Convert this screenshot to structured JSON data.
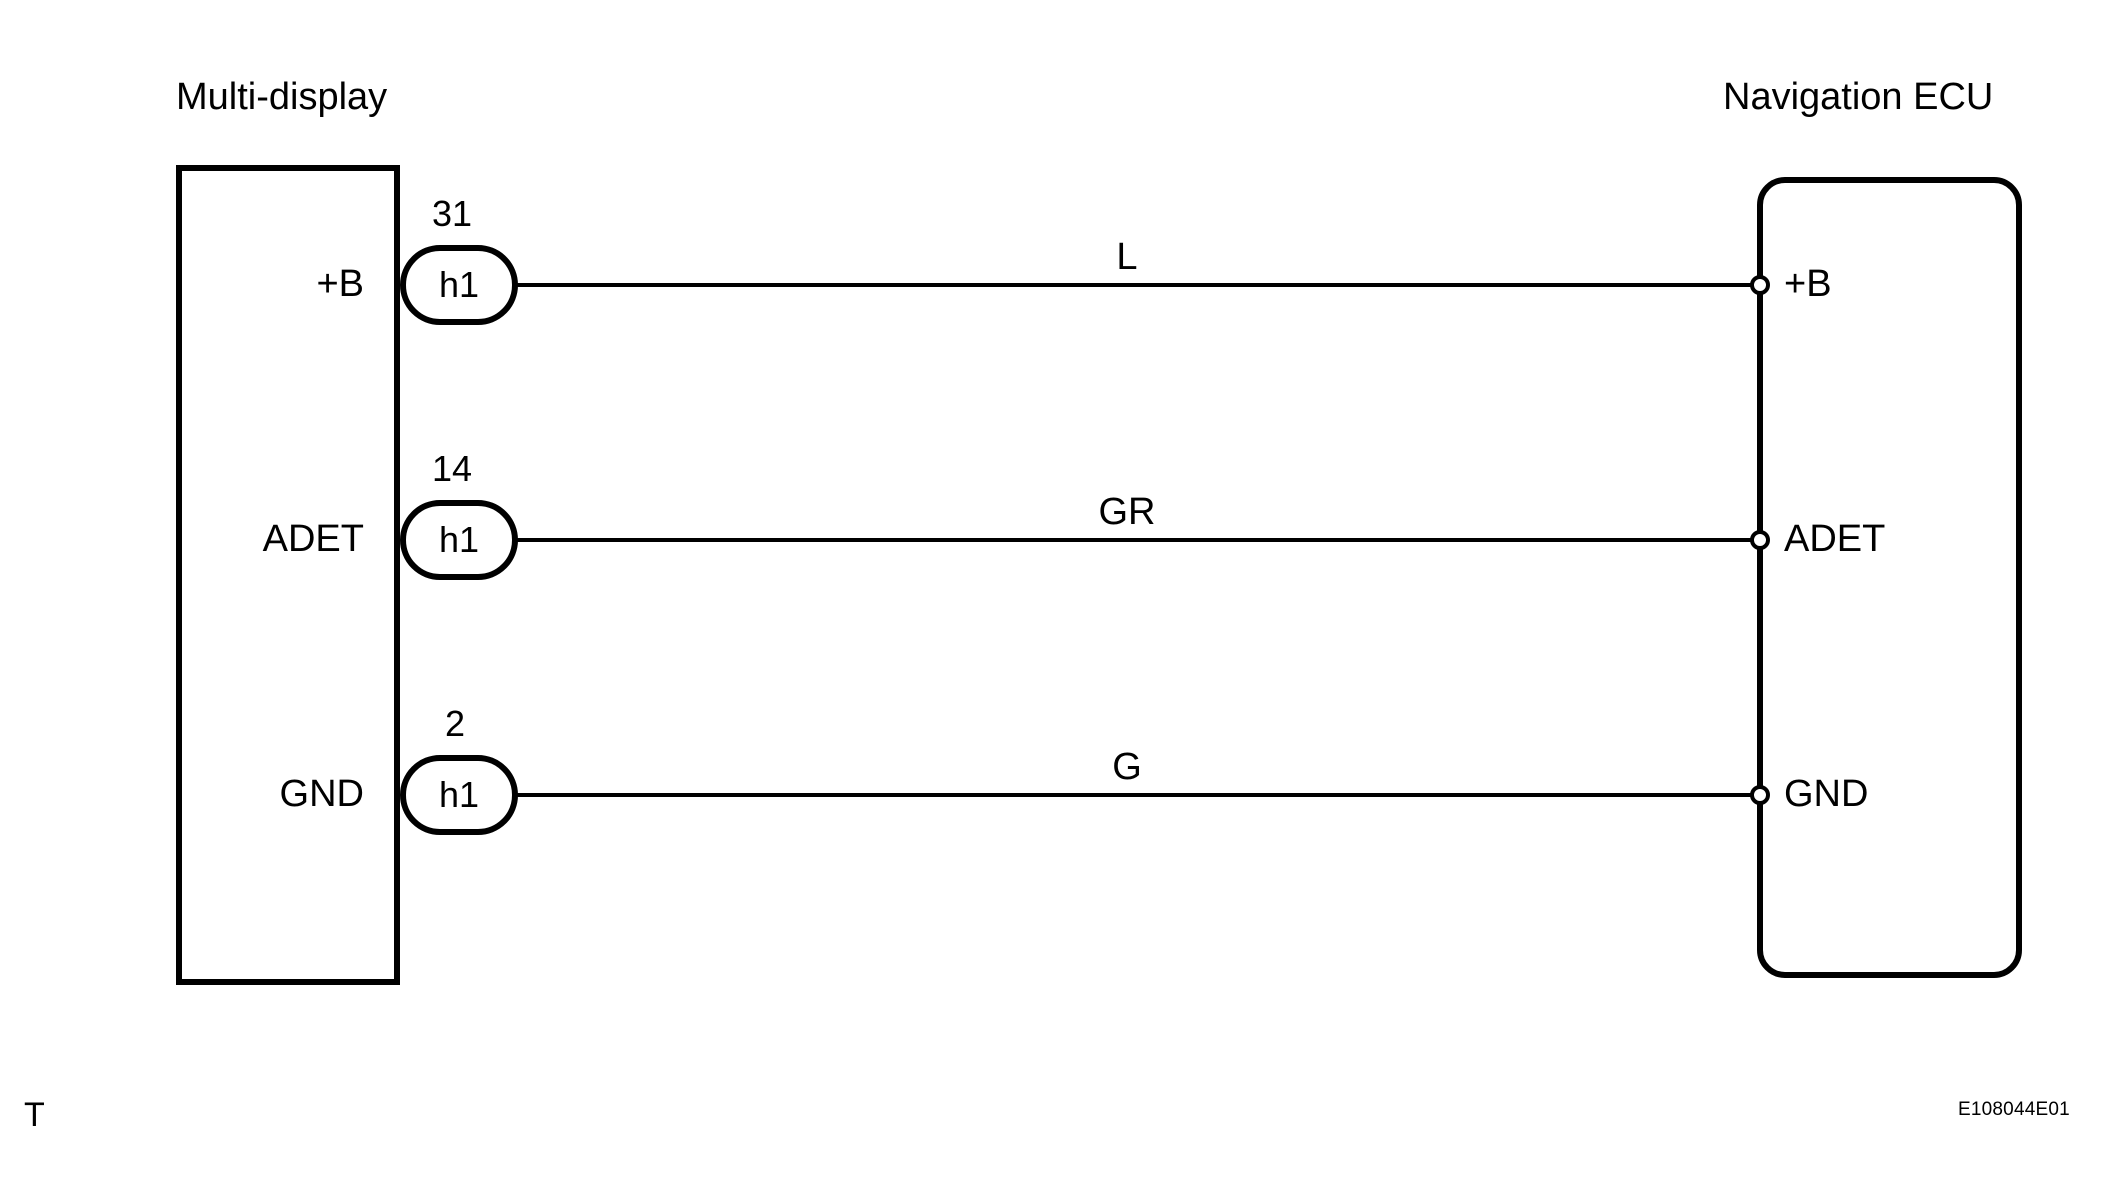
{
  "diagram": {
    "type": "automotive-wiring-diagram",
    "reference_code": "E108044E01",
    "corner_mark": "T",
    "left_device": {
      "title": "Multi-display",
      "shape": "rectangle"
    },
    "right_device": {
      "title": "Navigation ECU",
      "shape": "rounded-rectangle"
    },
    "connections": [
      {
        "pin_number": "31",
        "connector_id": "h1",
        "left_signal": "+B",
        "wire_color_code": "L",
        "right_signal": "+B"
      },
      {
        "pin_number": "14",
        "connector_id": "h1",
        "left_signal": "ADET",
        "wire_color_code": "GR",
        "right_signal": "ADET"
      },
      {
        "pin_number": "2",
        "connector_id": "h1",
        "left_signal": "GND",
        "wire_color_code": "G",
        "right_signal": "GND"
      }
    ],
    "colors": {
      "line": "#000000",
      "background": "#ffffff"
    }
  }
}
